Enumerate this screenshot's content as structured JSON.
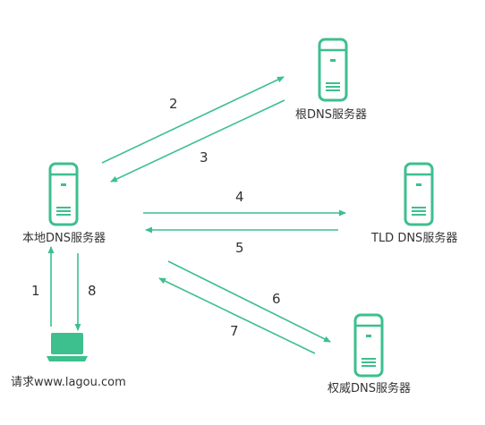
{
  "colors": {
    "accent": "#3dbf8e",
    "text": "#333333"
  },
  "nodes": {
    "local_dns": {
      "label": "本地DNS服务器",
      "icon": "server-icon"
    },
    "root_dns": {
      "label": "根DNS服务器",
      "icon": "server-icon"
    },
    "tld_dns": {
      "label": "TLD DNS服务器",
      "icon": "server-icon"
    },
    "auth_dns": {
      "label": "权威DNS服务器",
      "icon": "server-icon"
    },
    "client": {
      "label": "请求www.lagou.com",
      "icon": "laptop-icon"
    }
  },
  "steps": {
    "s1": "1",
    "s2": "2",
    "s3": "3",
    "s4": "4",
    "s5": "5",
    "s6": "6",
    "s7": "7",
    "s8": "8"
  }
}
